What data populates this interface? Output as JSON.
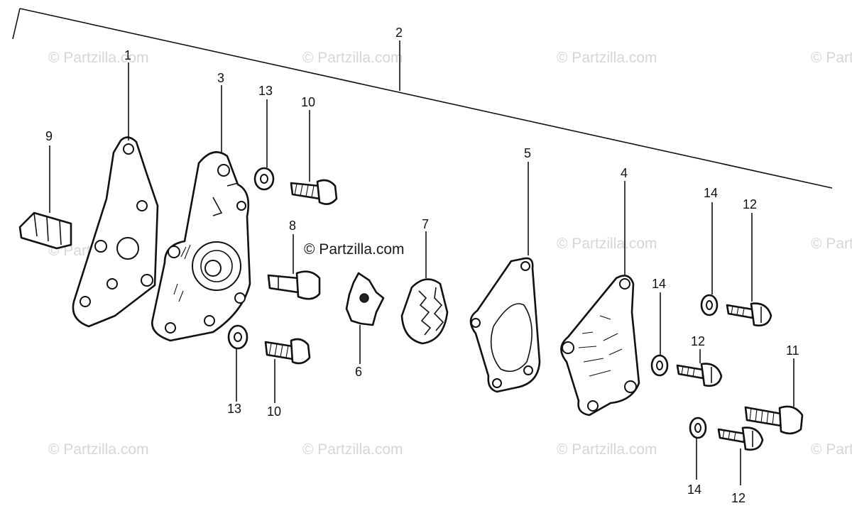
{
  "diagram": {
    "watermark_text": "© Partzilla.com",
    "callout_labels": {
      "c1": "1",
      "c2": "2",
      "c3": "3",
      "c4": "4",
      "c5": "5",
      "c6": "6",
      "c7": "7",
      "c8": "8",
      "c9": "9",
      "c10a": "10",
      "c10b": "10",
      "c11": "11",
      "c12a": "12",
      "c12b": "12",
      "c12c": "12",
      "c13a": "13",
      "c13b": "13",
      "c14a": "14",
      "c14b": "14",
      "c14c": "14"
    }
  }
}
